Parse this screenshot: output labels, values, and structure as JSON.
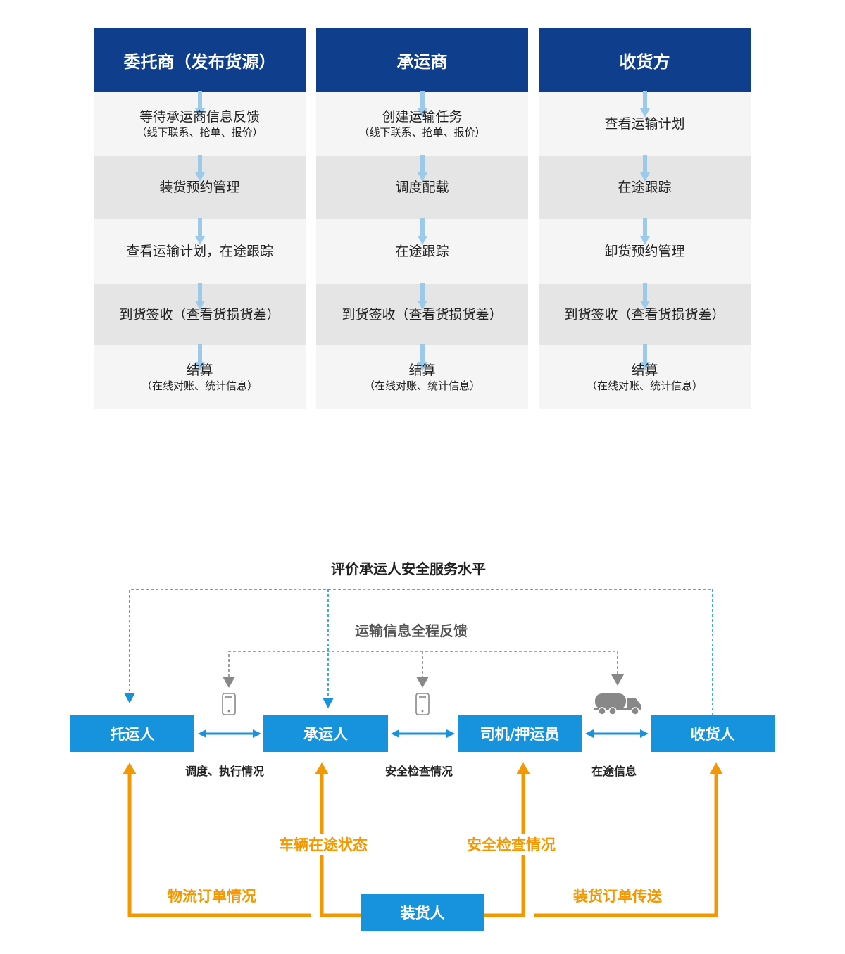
{
  "process_columns": [
    {
      "header": "委托商（发布货源）",
      "steps": [
        {
          "main": "等待承运商信息反馈",
          "sub": "（线下联系、抢单、报价）"
        },
        {
          "main": "装货预约管理",
          "sub": ""
        },
        {
          "main": "查看运输计划，在途跟踪",
          "sub": ""
        },
        {
          "main": "到货签收（查看货损货差）",
          "sub": ""
        },
        {
          "main": "结算",
          "sub": "（在线对账、统计信息）"
        }
      ]
    },
    {
      "header": "承运商",
      "steps": [
        {
          "main": "创建运输任务",
          "sub": "（线下联系、抢单、报价）"
        },
        {
          "main": "调度配载",
          "sub": ""
        },
        {
          "main": "在途跟踪",
          "sub": ""
        },
        {
          "main": "到货签收（查看货损货差）",
          "sub": ""
        },
        {
          "main": "结算",
          "sub": "（在线对账、统计信息）"
        }
      ]
    },
    {
      "header": "收货方",
      "steps": [
        {
          "main": "查看运输计划",
          "sub": ""
        },
        {
          "main": "在途跟踪",
          "sub": ""
        },
        {
          "main": "卸货预约管理",
          "sub": ""
        },
        {
          "main": "到货签收（查看货损货差）",
          "sub": ""
        },
        {
          "main": "结算",
          "sub": "（在线对账、统计信息）"
        }
      ]
    }
  ],
  "flow": {
    "title": "评价承运人安全服务水平",
    "feedback_label": "运输信息全程反馈",
    "nodes": {
      "shipper": "托运人",
      "carrier": "承运人",
      "driver": "司机/押运员",
      "consignee": "收货人",
      "loader": "装货人"
    },
    "edge_labels": {
      "shipper_carrier": "调度、执行情况",
      "carrier_driver": "安全检查情况",
      "driver_consignee": "在途信息"
    },
    "orange_labels": {
      "to_shipper": "物流订单情况",
      "to_carrier": "车辆在途状态",
      "to_driver": "安全检查情况",
      "to_consignee": "装货订单传送"
    }
  },
  "colors": {
    "header_blue": "#0f3e8c",
    "node_blue": "#1792dc",
    "arrow_light_blue": "#9dcaea",
    "orange": "#f39800",
    "gray": "#888888"
  },
  "icons": [
    "arrow-down-icon",
    "phone-icon",
    "tanker-truck-icon"
  ]
}
